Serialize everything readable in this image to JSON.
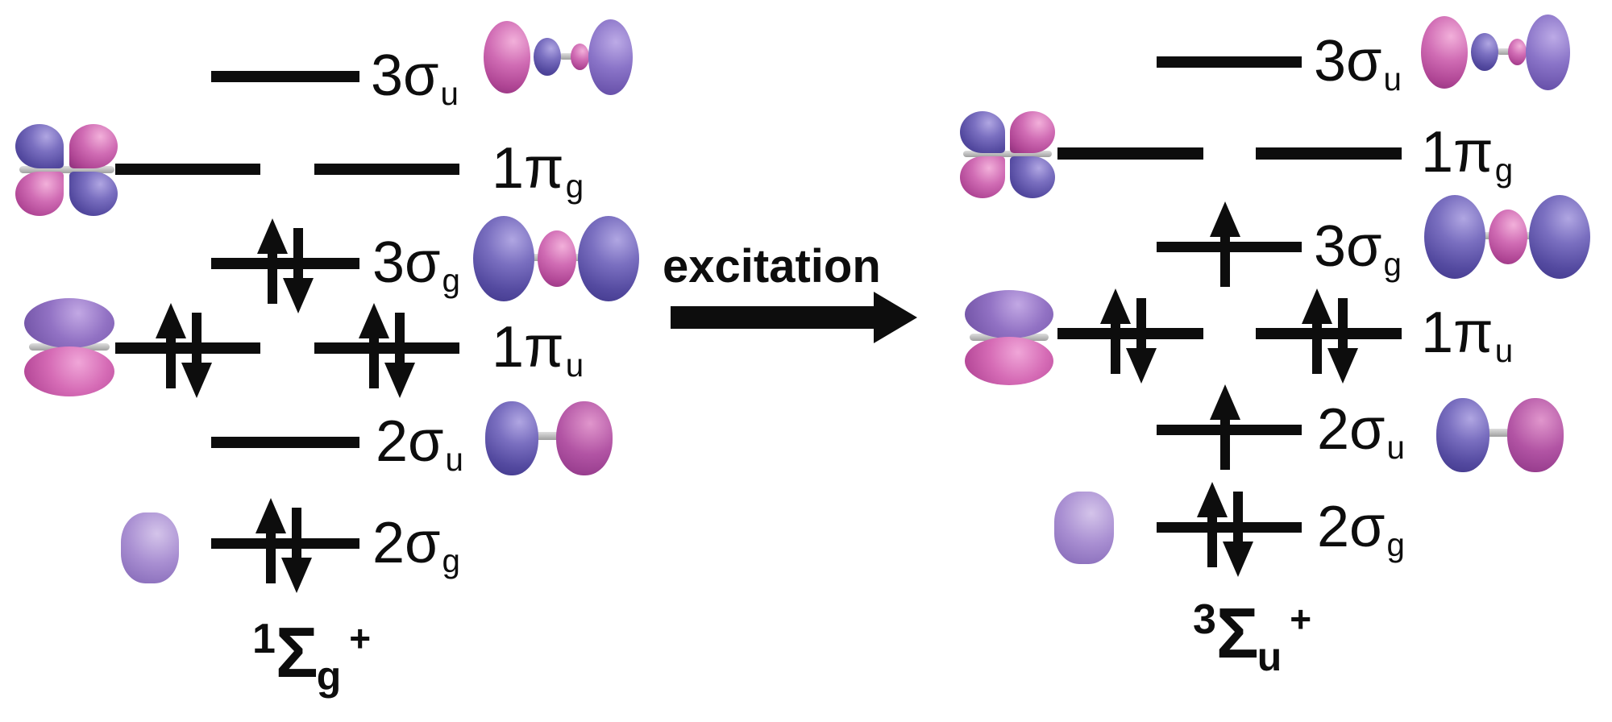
{
  "figure": {
    "background": "#ffffff",
    "excitation": {
      "label": "excitation",
      "arrow_icon": "right-arrow-icon"
    },
    "left": {
      "name": "ground-state-mo-diagram",
      "term": {
        "sup": "1",
        "sigma": "Σ",
        "sub": "g",
        "plus": "+",
        "display": "1Σg+"
      },
      "levels": [
        {
          "base": "3σ",
          "sub": "u",
          "degeneracy": 1,
          "occupancy": "empty",
          "icon": "sigma-3u-orbital"
        },
        {
          "base": "1π",
          "sub": "g",
          "degeneracy": 2,
          "occupancy_left": "empty",
          "occupancy_right": "empty",
          "icon": "pi-g-orbital"
        },
        {
          "base": "3σ",
          "sub": "g",
          "degeneracy": 1,
          "occupancy": "pair",
          "icon": "sigma-3g-orbital"
        },
        {
          "base": "1π",
          "sub": "u",
          "degeneracy": 2,
          "occupancy_left": "pair",
          "occupancy_right": "pair",
          "icon": "pi-u-orbital"
        },
        {
          "base": "2σ",
          "sub": "u",
          "degeneracy": 1,
          "occupancy": "empty",
          "icon": "sigma-2u-orbital"
        },
        {
          "base": "2σ",
          "sub": "g",
          "degeneracy": 1,
          "occupancy": "pair",
          "icon": "sigma-2g-orbital"
        }
      ]
    },
    "right": {
      "name": "excited-state-mo-diagram",
      "term": {
        "sup": "3",
        "sigma": "Σ",
        "sub": "u",
        "plus": "+",
        "display": "3Σu+"
      },
      "levels": [
        {
          "base": "3σ",
          "sub": "u",
          "degeneracy": 1,
          "occupancy": "empty",
          "icon": "sigma-3u-orbital"
        },
        {
          "base": "1π",
          "sub": "g",
          "degeneracy": 2,
          "occupancy_left": "empty",
          "occupancy_right": "empty",
          "icon": "pi-g-orbital"
        },
        {
          "base": "3σ",
          "sub": "g",
          "degeneracy": 1,
          "occupancy": "single",
          "icon": "sigma-3g-orbital"
        },
        {
          "base": "1π",
          "sub": "u",
          "degeneracy": 2,
          "occupancy_left": "pair",
          "occupancy_right": "pair",
          "icon": "pi-u-orbital"
        },
        {
          "base": "2σ",
          "sub": "u",
          "degeneracy": 1,
          "occupancy": "single",
          "icon": "sigma-2u-orbital"
        },
        {
          "base": "2σ",
          "sub": "g",
          "degeneracy": 1,
          "occupancy": "pair",
          "icon": "sigma-2g-orbital"
        }
      ]
    },
    "colors": {
      "ink": "#0d0d0d",
      "lobe_blue": "#5a50a8",
      "lobe_pink": "#c75fae",
      "lobe_violet": "#8a74c8",
      "lobe_purple": "#9272c4",
      "lobe_magenta": "#b254a4",
      "blob_purple": "#a98fd2",
      "bond_gray": "#b5b5b5"
    }
  }
}
